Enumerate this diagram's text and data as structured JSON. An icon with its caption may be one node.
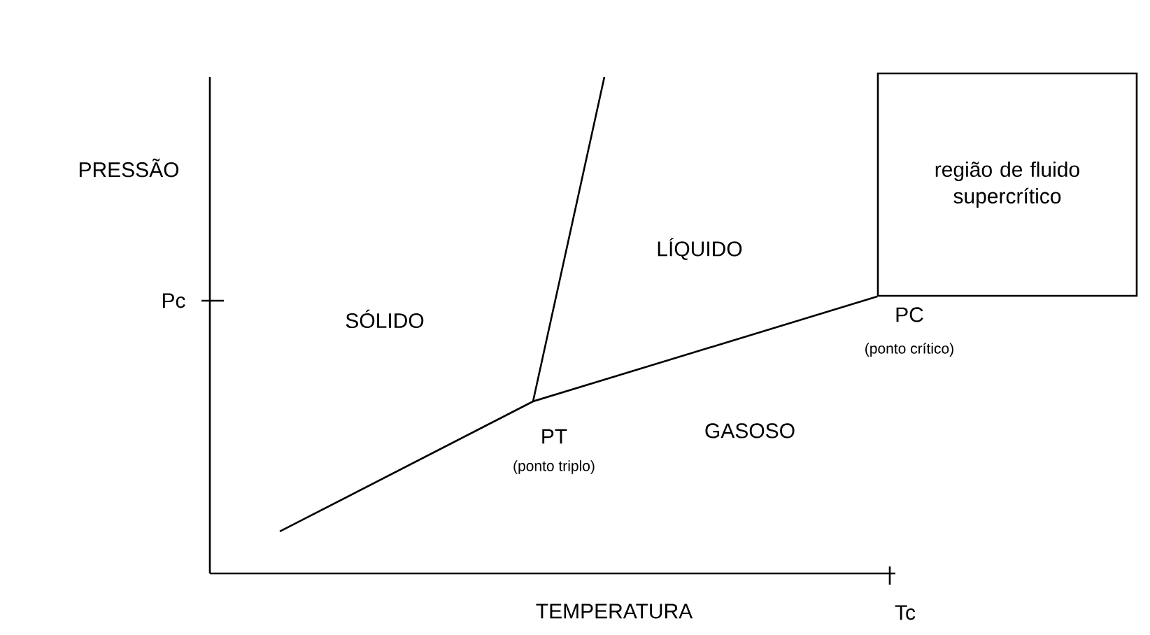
{
  "diagram": {
    "nodes": [
      {
        "text": [
          "região de fluido supercrítico"
        ]
      }
    ],
    "labels": [
      "PRESSÃO",
      "Pc",
      "SÓLIDO",
      "LÍQUIDO",
      "PC",
      "(ponto crítico)",
      "PT",
      "(ponto triplo)",
      "GASOSO",
      "TEMPERATURA",
      "Tc"
    ]
  }
}
